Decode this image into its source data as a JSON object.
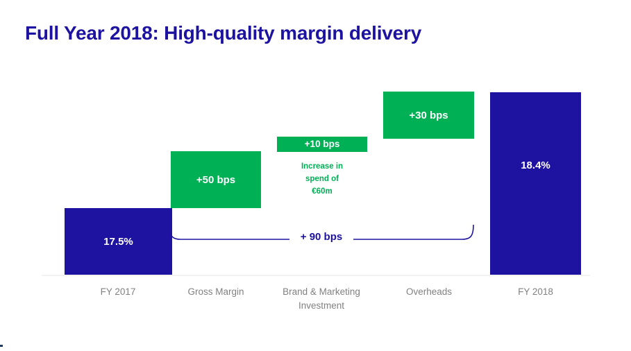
{
  "slide": {
    "title": "Full Year 2018: High-quality margin delivery",
    "title_color": "#1d13a0",
    "background": "#ffffff"
  },
  "colors": {
    "total_bar": "#1d13a0",
    "delta_bar": "#00b055",
    "bar_value_text": "#ffffff",
    "annotation_text": "#00b055",
    "category_label": "#808080",
    "brace": "#1d13a0",
    "baseline": "#f2f2f2"
  },
  "annotations": {
    "spend_line1": "Increase in",
    "spend_line2": "spend of",
    "spend_line3": "€60m",
    "brace_label": "+ 90 bps"
  },
  "categories": [
    {
      "line1": "FY 2017",
      "line2": ""
    },
    {
      "line1": "Gross Margin",
      "line2": ""
    },
    {
      "line1": "Brand & Marketing",
      "line2": "Investment"
    },
    {
      "line1": "Overheads",
      "line2": ""
    },
    {
      "line1": "FY 2018",
      "line2": ""
    }
  ],
  "bars": [
    {
      "name": "FY 2017",
      "label": "17.5%",
      "kind": "total"
    },
    {
      "name": "Gross Margin",
      "label": "+50 bps",
      "kind": "delta"
    },
    {
      "name": "Brand & Marketing Investment",
      "label": "+10 bps",
      "kind": "delta"
    },
    {
      "name": "Overheads",
      "label": "+30 bps",
      "kind": "delta"
    },
    {
      "name": "FY 2018",
      "label": "18.4%",
      "kind": "total"
    }
  ],
  "chart_data": {
    "type": "bar",
    "chart_subtype": "waterfall",
    "title": "Full Year 2018: High-quality margin delivery",
    "xlabel": "",
    "ylabel": "",
    "ylim": [
      17.0,
      18.6
    ],
    "grid": false,
    "legend": "none",
    "units": "percent (margin), bps (bridge steps)",
    "categories": [
      "FY 2017",
      "Gross Margin",
      "Brand & Marketing Investment",
      "Overheads",
      "FY 2018"
    ],
    "data_labels": [
      "17.5%",
      "+50 bps",
      "+10 bps",
      "+30 bps",
      "18.4%"
    ],
    "values": [
      17.5,
      0.5,
      0.1,
      0.3,
      18.4
    ],
    "bps_deltas": [
      null,
      50,
      10,
      30,
      null
    ],
    "cumulative_base": [
      0,
      17.5,
      18.0,
      18.1,
      0
    ],
    "cumulative_top": [
      17.5,
      18.0,
      18.1,
      18.4,
      18.4
    ],
    "bar_types": [
      "total",
      "increase",
      "increase",
      "increase",
      "total"
    ],
    "bar_colors": [
      "#1d13a0",
      "#00b055",
      "#00b055",
      "#00b055",
      "#1d13a0"
    ],
    "annotations": [
      {
        "text": "Increase in spend of €60m",
        "attached_to": "Brand & Marketing Investment",
        "color": "#00b055"
      },
      {
        "text": "+ 90 bps",
        "type": "brace",
        "spans": [
          "Gross Margin",
          "Brand & Marketing Investment",
          "Overheads"
        ],
        "color": "#1d13a0"
      }
    ]
  }
}
